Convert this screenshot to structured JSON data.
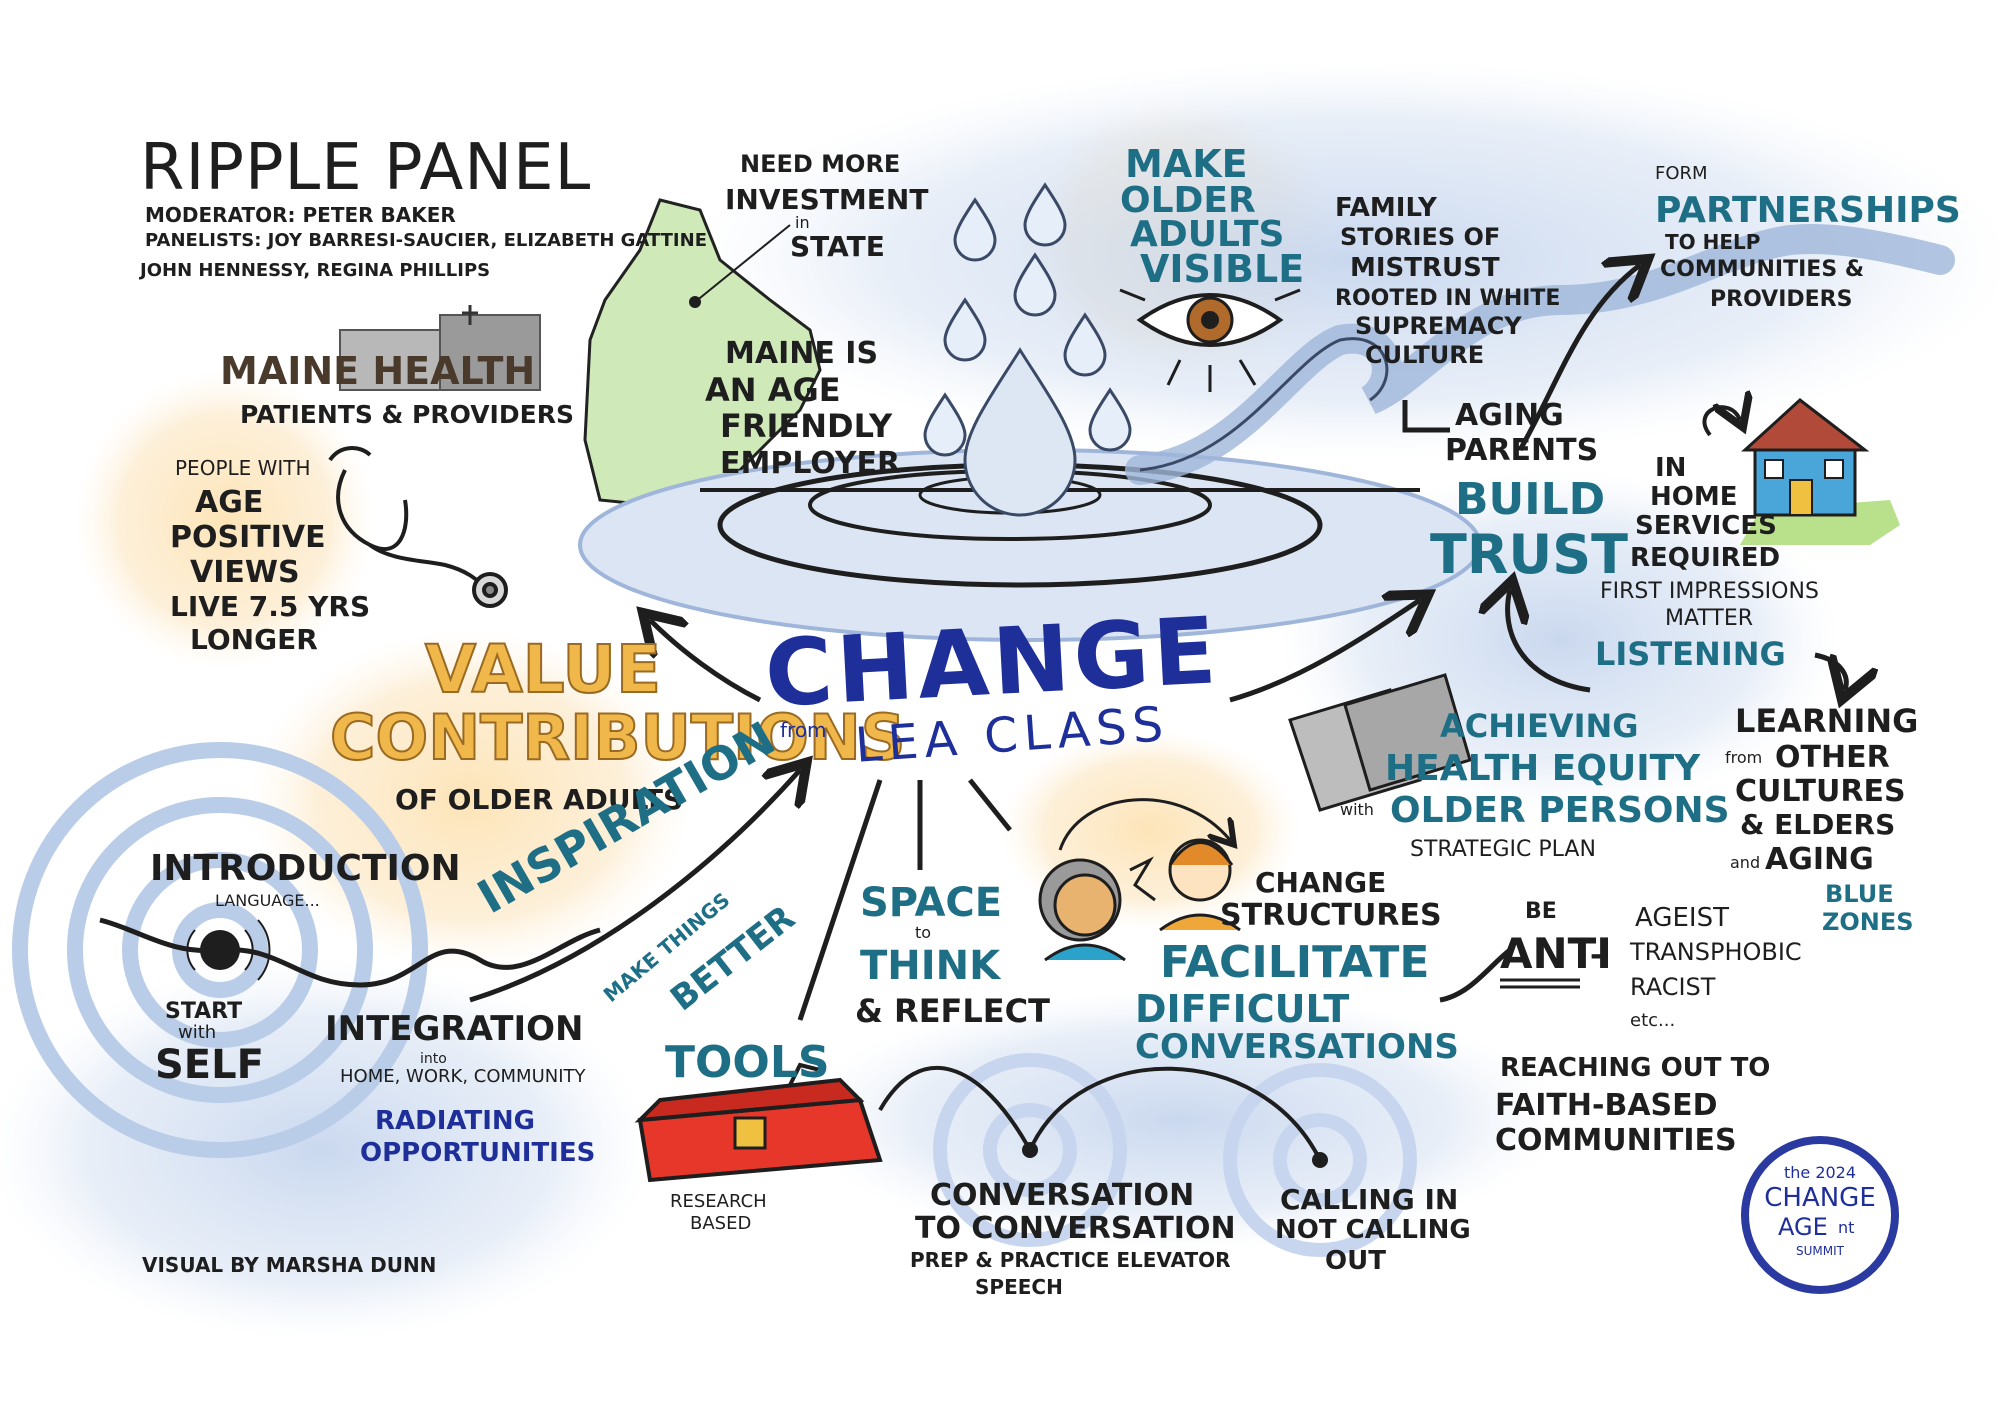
{
  "title": {
    "main": "RIPPLE PANEL",
    "moderator": "MODERATOR: PETER BAKER",
    "panelists_line1": "PANELISTS: JOY BARRESI-SAUCIER, ELIZABETH GATTINE",
    "panelists_line2": "JOHN HENNESSY, REGINA PHILLIPS"
  },
  "maine_health": {
    "name": "MAINE HEALTH",
    "sub": "PATIENTS & PROVIDERS"
  },
  "age_positive": [
    "PEOPLE with",
    "AGE",
    "POSITIVE",
    "VIEWS",
    "LIVE 7.5 YRS",
    "LONGER"
  ],
  "value": {
    "line1": "VALUE",
    "line2": "CONTRIBUTIONS",
    "line3": "of OLDER ADULTS"
  },
  "introduction": {
    "title": "INTRODUCTION",
    "sub": "LANGUAGE..."
  },
  "start_self": {
    "line1": "START",
    "line2": "with",
    "line3": "SELF"
  },
  "integration": {
    "title": "INTEGRATION",
    "into": "into",
    "sub": "HOME, WORK, COMMUNITY"
  },
  "radiating": {
    "line1": "RADIATING",
    "line2": "OPPORTUNITIES"
  },
  "inspiration": {
    "title": "INSPIRATION",
    "sub1": "MAKE THINGS",
    "sub2": "BETTER"
  },
  "credit": "VISUAL by MARSHA DUNN",
  "maine_state": {
    "line1": "NEED MORE",
    "line2": "INVESTMENT",
    "line3": "in",
    "line4": "STATE"
  },
  "maine_age": [
    "MAINE is",
    "an AGE",
    "FRIENDLY",
    "EMPLOYER"
  ],
  "visible": [
    "MAKE",
    "OLDER",
    "ADULTS",
    "VISIBLE"
  ],
  "family": [
    "FAMILY",
    "STORIES of",
    "MISTRUST",
    "ROOTED in WHITE",
    "SUPREMACY",
    "CULTURE"
  ],
  "partnerships": {
    "form": "FORM",
    "title": "PARTNERSHIPS",
    "sub1": "to HELP",
    "sub2": "COMMUNITIES &",
    "sub3": "PROVIDERS"
  },
  "aging_parents": {
    "line1": "AGING",
    "line2": "PARENTS"
  },
  "build_trust": {
    "line1": "BUILD",
    "line2": "TRUST"
  },
  "in_home": [
    "IN",
    "HOME",
    "SERVICES",
    "REQUIRED"
  ],
  "first_impressions": {
    "line1": "FIRST IMPRESSIONS",
    "line2": "MATTER"
  },
  "listening": "LISTENING",
  "change": {
    "title": "CHANGE",
    "from": "from",
    "sub": "LEA CLASS"
  },
  "health_equity": {
    "line1": "ACHIEVING",
    "line2": "HEALTH EQUITY",
    "with": "with",
    "line3": "OLDER PERSONS",
    "sub": "STRATEGIC PLAN"
  },
  "learning": {
    "line1": "LEARNING",
    "from": "from",
    "line2": "OTHER",
    "line3": "CULTURES",
    "line4": "& ELDERS",
    "and": "and",
    "line5": "AGING",
    "blue1": "BLUE",
    "blue2": "ZONES"
  },
  "space": {
    "line1": "SPACE",
    "to": "to",
    "line2": "THINK",
    "line3": "& REFLECT"
  },
  "change_structures": {
    "line1": "CHANGE",
    "line2": "STRUCTURES"
  },
  "facilitate": {
    "line1": "FACILITATE",
    "line2": "DIFFICULT",
    "line3": "CONVERSATIONS"
  },
  "anti": {
    "be": "BE",
    "anti": "ANTI",
    "dash": "-",
    "items": [
      "AGEIST",
      "TRANSPHOBIC",
      "RACIST",
      "etc..."
    ]
  },
  "faith": [
    "REACHING OUT to",
    "FAITH-BASED",
    "COMMUNITIES"
  ],
  "tools": {
    "title": "TOOLS",
    "sub1": "RESEARCH",
    "sub2": "BASED"
  },
  "conversation": {
    "line1": "CONVERSATION",
    "line2": "to CONVERSATION",
    "line3": "PREP & PRACTICE ELEVATOR",
    "line4": "SPEECH"
  },
  "calling": [
    "CALLING IN",
    "NOT CALLING",
    "OUT"
  ],
  "summit": {
    "year": "the 2024",
    "line1": "CHANGE",
    "line2": "AGE",
    "nt": "nt",
    "line3": "SUMMIT"
  },
  "colors": {
    "teal": "#1e6f86",
    "navy": "#1f2f9a",
    "orange": "#f0b74a",
    "water": "#b9cce8",
    "ink": "#1e1e1e"
  }
}
